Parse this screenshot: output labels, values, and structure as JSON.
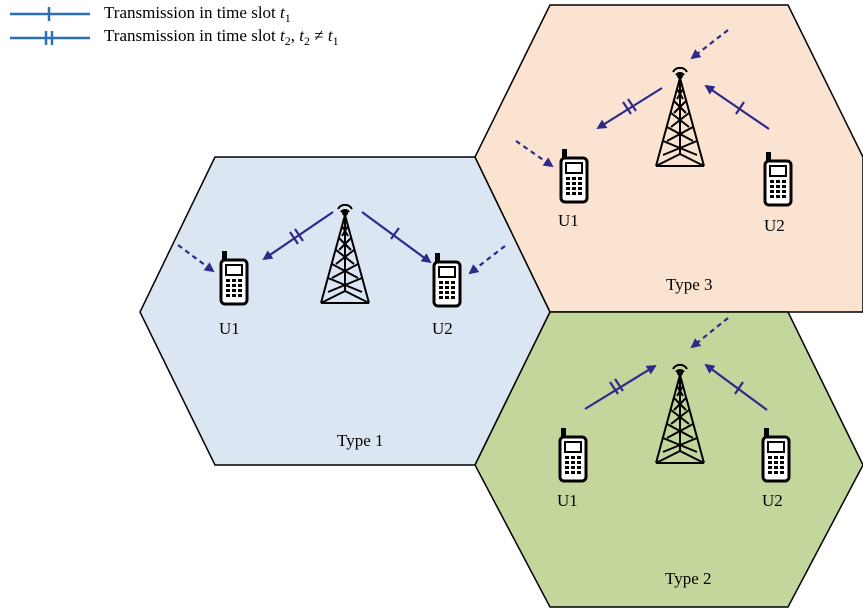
{
  "legend": {
    "items": [
      {
        "label": "Transmission in time slot",
        "slot": "t",
        "sub": "1",
        "suffix_parts": [],
        "marker": "single-tick"
      },
      {
        "label": "Transmission in time slot",
        "slot": "t",
        "sub": "2",
        "suffix_parts": [
          ", ",
          "t",
          "2",
          " ≠ ",
          "t",
          "1"
        ],
        "marker": "double-tick"
      }
    ],
    "line_color": "#2a6fb8"
  },
  "cells": [
    {
      "id": "type1",
      "label": "Type 1",
      "fill": "#dce6f2",
      "users": [
        "U1",
        "U2"
      ]
    },
    {
      "id": "type3",
      "label": "Type 3",
      "fill": "#fbe3d2",
      "users": [
        "U1",
        "U2"
      ]
    },
    {
      "id": "type2",
      "label": "Type 2",
      "fill": "#c3d69b",
      "users": [
        "U1",
        "U2"
      ]
    }
  ],
  "colors": {
    "link": "#2e2a8c",
    "outline": "#000000"
  },
  "icons": [
    "tower-icon",
    "phone-icon"
  ]
}
